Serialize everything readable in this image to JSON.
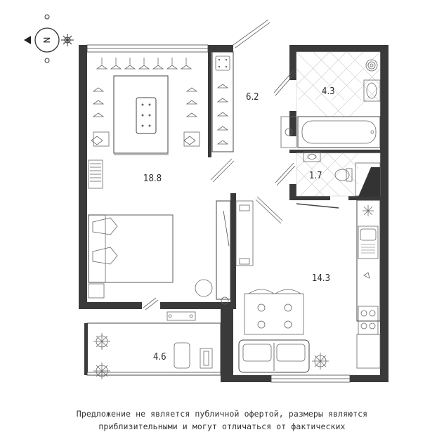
{
  "compass": {
    "letter": "N"
  },
  "rooms": [
    {
      "id": "wardrobe-bedroom",
      "area": "18.8"
    },
    {
      "id": "hallway",
      "area": "6.2"
    },
    {
      "id": "bathroom",
      "area": "4.3"
    },
    {
      "id": "toilet",
      "area": "1.7"
    },
    {
      "id": "kitchen-living",
      "area": "14.3"
    },
    {
      "id": "balcony",
      "area": "4.6"
    }
  ],
  "disclaimer": {
    "line1": "Предложение не является публичной офертой, размеры являются",
    "line2": "приблизительными и могут отличаться от фактических"
  }
}
